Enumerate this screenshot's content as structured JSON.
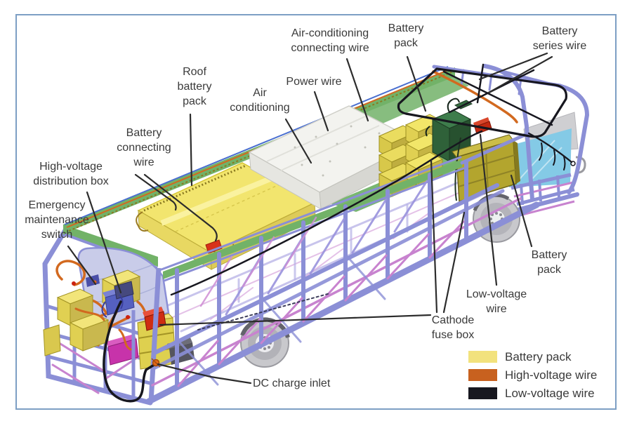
{
  "frame": {
    "border_color": "#7d9fc4",
    "background": "#ffffff"
  },
  "palette": {
    "battery_pack_yellow": "#f2e27d",
    "high_voltage_orange": "#c8611f",
    "low_voltage_black": "#17171f",
    "frame_periwinkle": "#8b8fd6",
    "frame_magenta": "#c883cf",
    "floor_green": "#72b268",
    "windshield_blue": "#84cae6"
  },
  "callouts": {
    "roof_battery_pack": {
      "lines": [
        "Roof",
        "battery",
        "pack"
      ]
    },
    "battery_connecting_wire": {
      "lines": [
        "Battery",
        "connecting",
        "wire"
      ]
    },
    "high_voltage_distribution_box": {
      "lines": [
        "High-voltage",
        "distribution box"
      ]
    },
    "emergency_maintenance_switch": {
      "lines": [
        "Emergency",
        "maintenance",
        "switch"
      ]
    },
    "air_conditioning": {
      "lines": [
        "Air",
        "conditioning"
      ]
    },
    "power_wire": {
      "lines": [
        "Power wire"
      ]
    },
    "air_conditioning_connecting_wire": {
      "lines": [
        "Air-conditioning",
        "connecting wire"
      ]
    },
    "battery_pack_top": {
      "lines": [
        "Battery",
        "pack"
      ]
    },
    "battery_series_wire": {
      "lines": [
        "Battery",
        "series wire"
      ]
    },
    "battery_pack_right": {
      "lines": [
        "Battery",
        "pack"
      ]
    },
    "low_voltage_wire": {
      "lines": [
        "Low-voltage",
        "wire"
      ]
    },
    "cathode_fuse_box": {
      "lines": [
        "Cathode",
        "fuse box"
      ]
    },
    "dc_charge_inlet": {
      "lines": [
        "DC charge inlet"
      ]
    }
  },
  "legend": {
    "items": [
      {
        "label": "Battery pack",
        "color": "#f2e27d"
      },
      {
        "label": "High-voltage wire",
        "color": "#c8611f"
      },
      {
        "label": "Low-voltage wire",
        "color": "#17171f"
      }
    ]
  }
}
